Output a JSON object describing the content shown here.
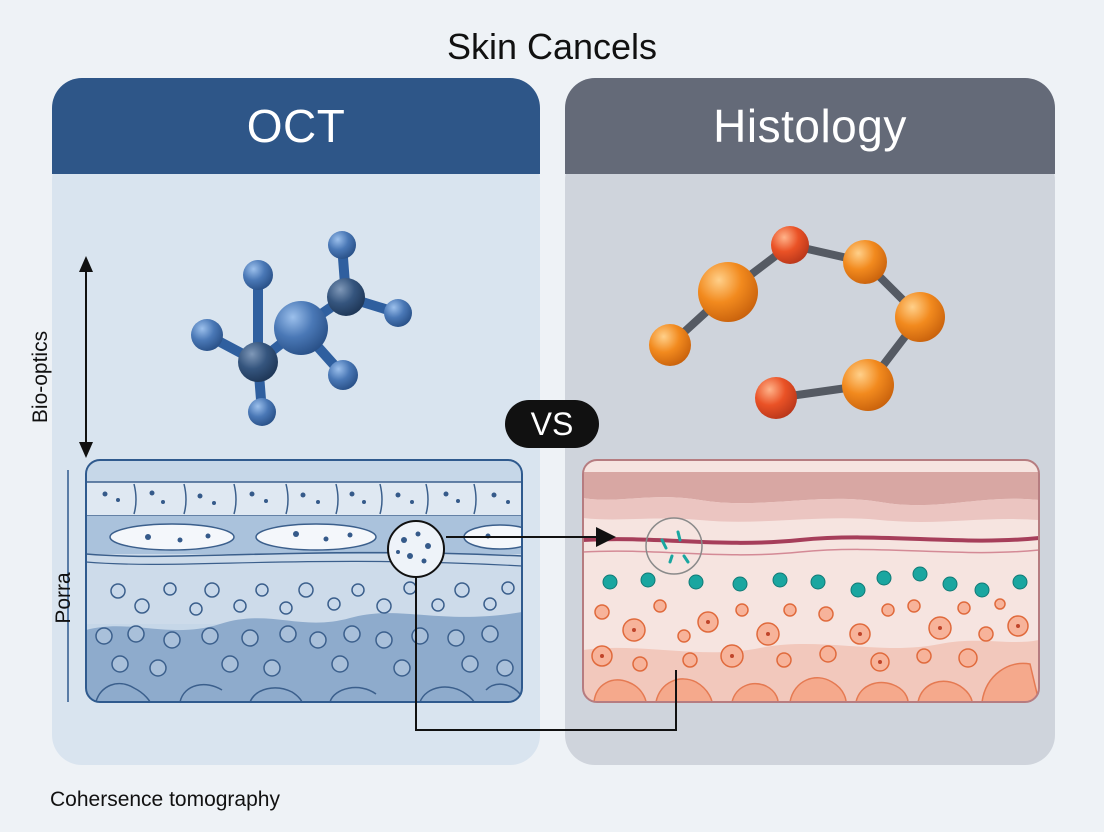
{
  "title": "Skin Cancels",
  "panels": {
    "left": {
      "label": "OCT",
      "color": "#2e5688"
    },
    "right": {
      "label": "Histology",
      "color": "#646a78"
    }
  },
  "vs_label": "VS",
  "axis_label": "Bio-optics",
  "side_label": "Porra",
  "footnote": "Cohersence tomography",
  "colors": {
    "oct_tissue": "#b9cde2",
    "oct_molecule": "#3e6aa6",
    "histology_tissue": "#f4d8d4",
    "histology_molecule": "#f08a22",
    "histology_accent": "#e0502e",
    "teal_cells": "#1aa6a0"
  }
}
